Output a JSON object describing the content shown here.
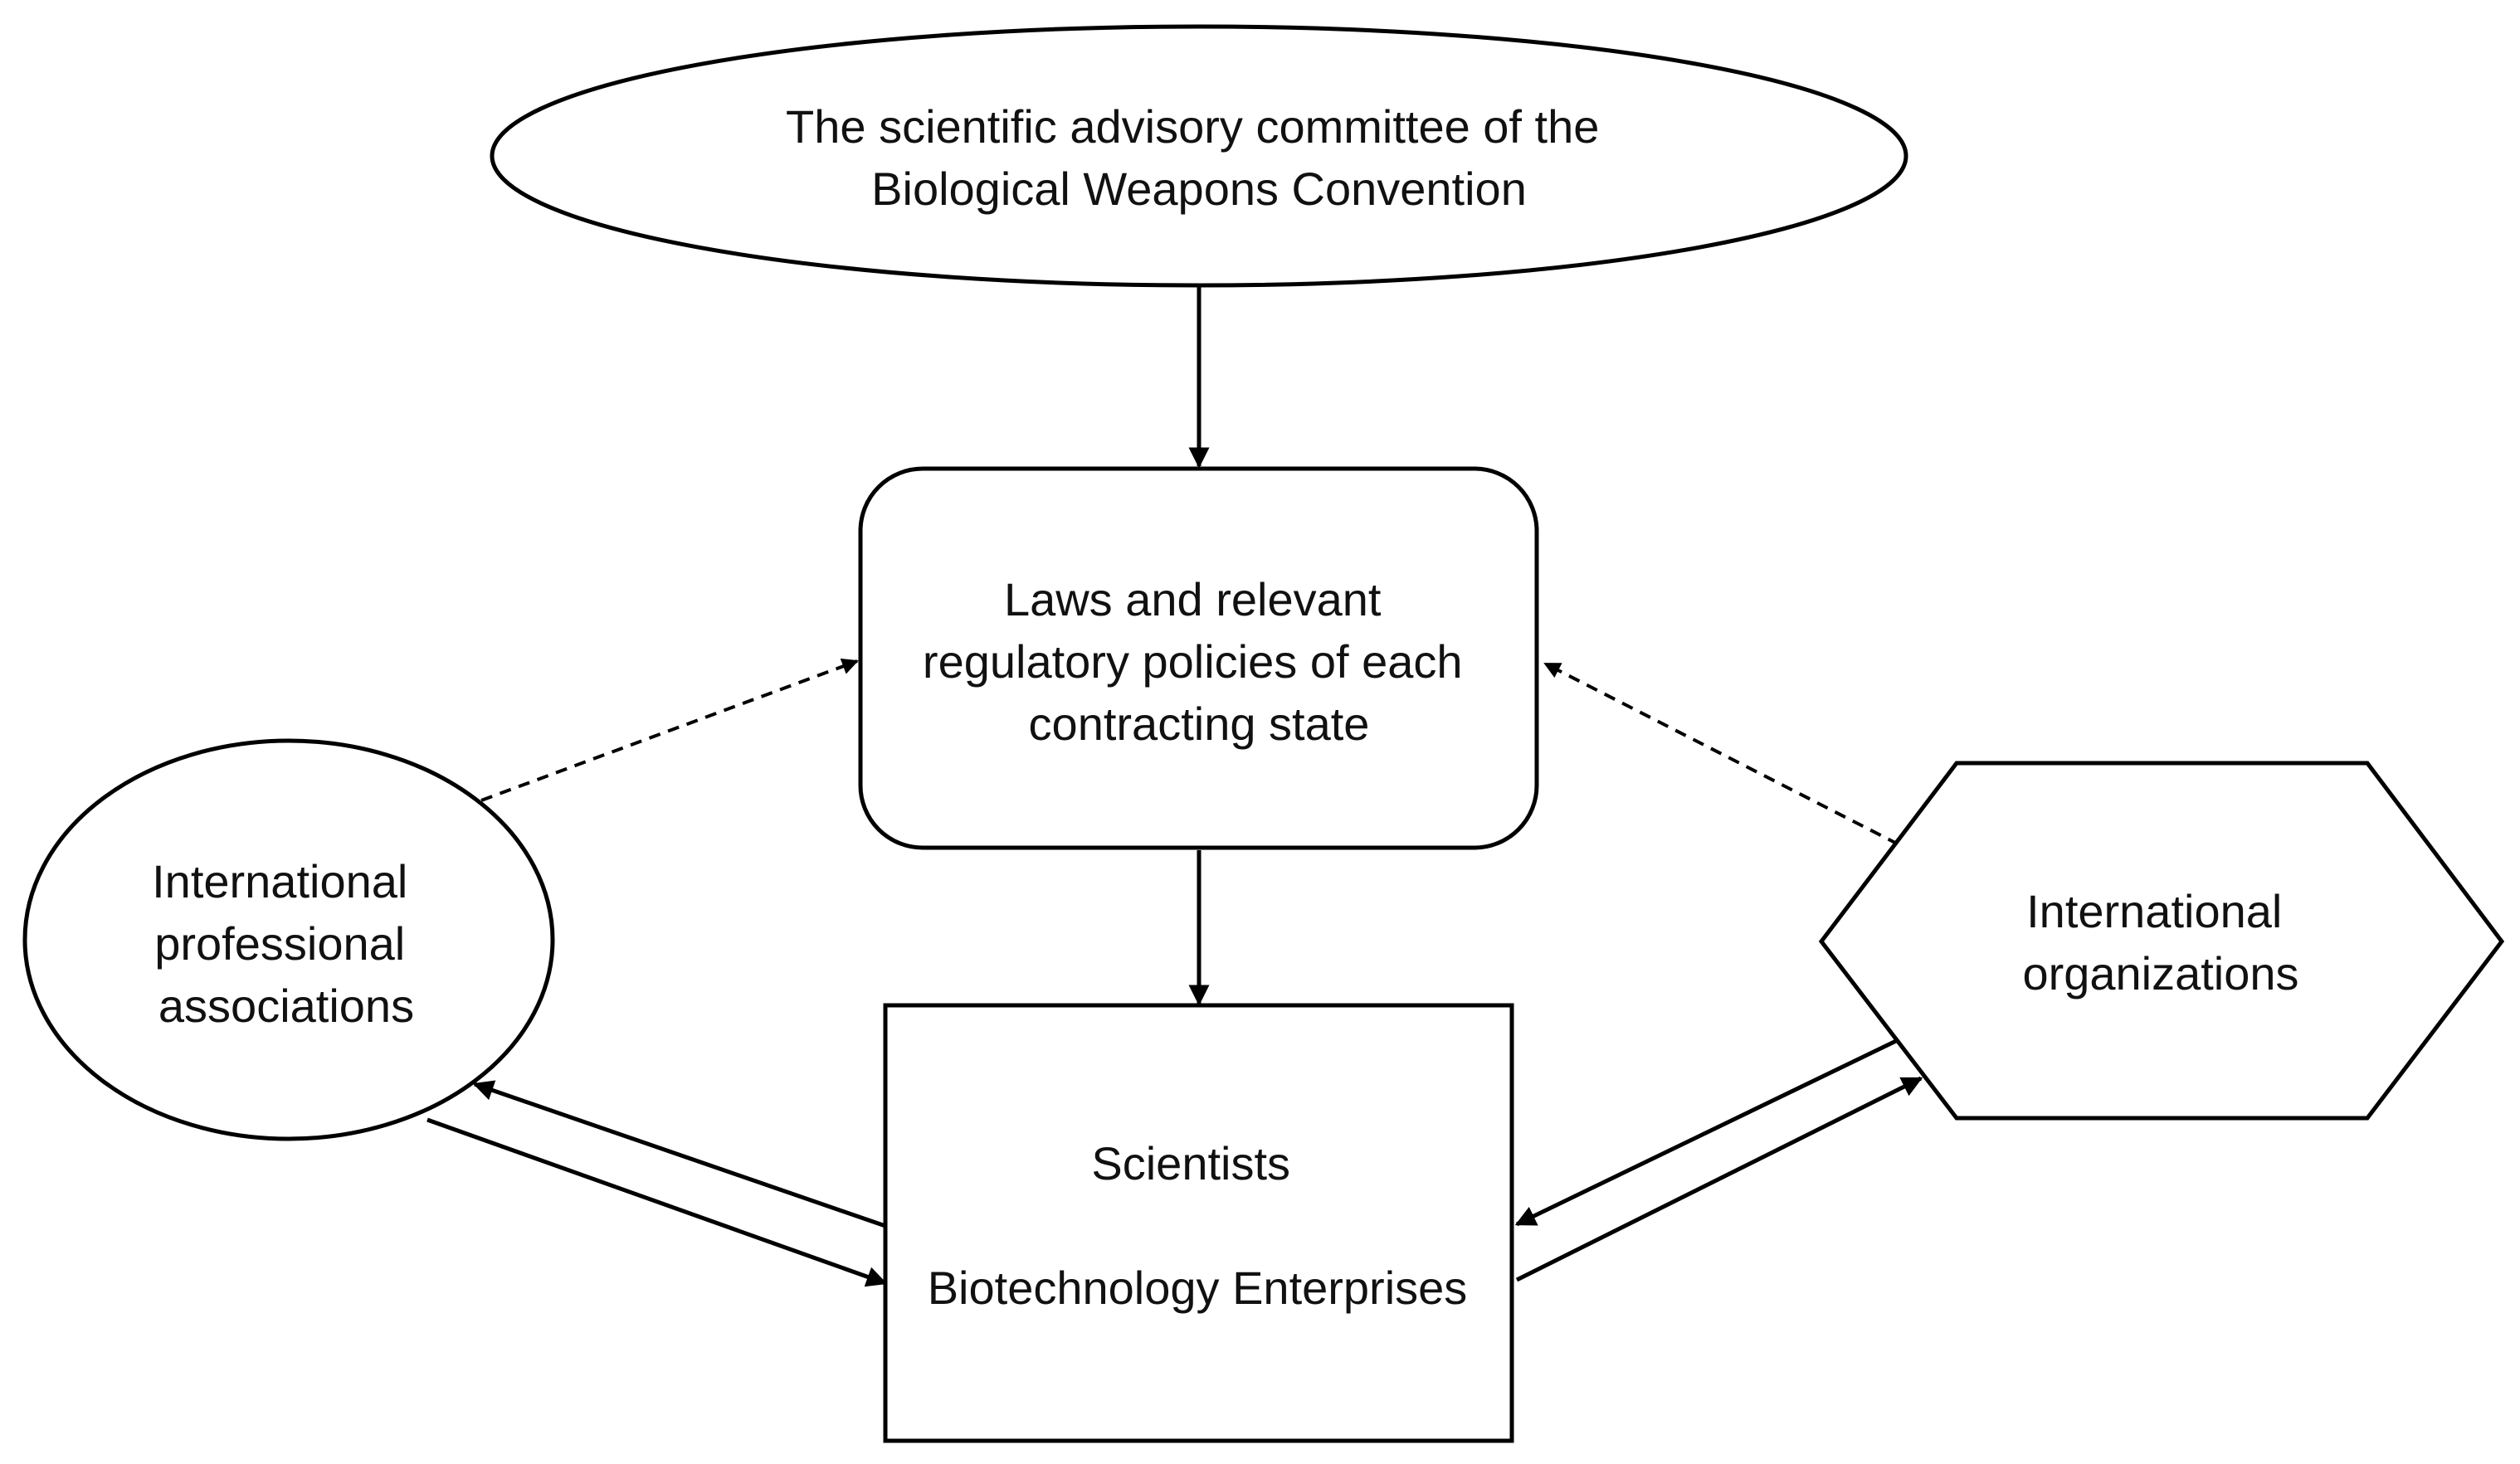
{
  "nodes": {
    "committee": {
      "shape": "ellipse",
      "lines": [
        "The scientific advisory committee of the",
        "Biological Weapons Convention"
      ]
    },
    "laws": {
      "shape": "rounded-rectangle",
      "lines": [
        "Laws and relevant",
        "regulatory policies of each",
        "contracting state"
      ]
    },
    "associations": {
      "shape": "ellipse",
      "lines": [
        "International",
        "professional",
        "associations"
      ]
    },
    "organizations": {
      "shape": "hexagon",
      "lines": [
        "International",
        "organizations"
      ]
    },
    "actors": {
      "shape": "rectangle",
      "lines": [
        "Scientists",
        "Biotechnology Enterprises"
      ]
    }
  },
  "edges": [
    {
      "from": "committee",
      "to": "laws",
      "style": "solid"
    },
    {
      "from": "laws",
      "to": "actors",
      "style": "solid"
    },
    {
      "from": "associations",
      "to": "laws",
      "style": "dashed"
    },
    {
      "from": "organizations",
      "to": "laws",
      "style": "dashed"
    },
    {
      "from": "actors",
      "to": "associations",
      "style": "solid"
    },
    {
      "from": "associations",
      "to": "actors",
      "style": "solid"
    },
    {
      "from": "organizations",
      "to": "actors",
      "style": "solid"
    },
    {
      "from": "actors",
      "to": "organizations",
      "style": "solid"
    }
  ]
}
